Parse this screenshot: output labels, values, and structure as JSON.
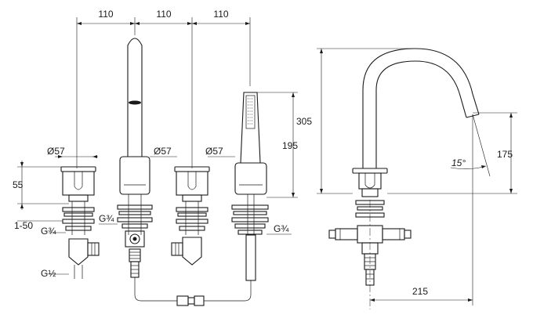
{
  "dimensions": {
    "spacing_1": "110",
    "spacing_2": "110",
    "spacing_3": "110",
    "dia_left": "Ø57",
    "dia_mid": "Ø57",
    "dia_right": "Ø57",
    "h_55": "55",
    "h_1_50": "1-50",
    "thread_left_top": "G¾",
    "thread_left_bottom": "G½",
    "thread_spout": "G¾",
    "thread_shower": "G¾",
    "h_195": "195",
    "h_305": "305",
    "h_175": "175",
    "angle_15": "15°",
    "reach_215": "215"
  }
}
